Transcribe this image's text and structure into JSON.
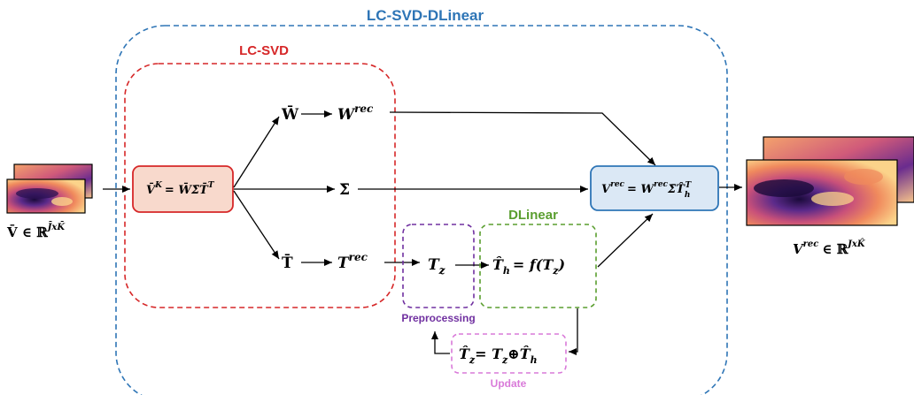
{
  "title": "LC-SVD-DLinear",
  "colors": {
    "outer": "#2e75b6",
    "lcsvd": "#d62728",
    "dlinear": "#5a9e2f",
    "preprocessing": "#7030a0",
    "update": "#d97ad9",
    "svd_fill": "#f8d9cc",
    "rec_fill": "#dbe8f5"
  },
  "labels": {
    "lcsvd": "LC-SVD",
    "dlinear": "DLinear",
    "preprocessing": "Preprocessing",
    "update": "Update"
  },
  "nodes": {
    "input_eq": "V̄ ∈ ℝ",
    "input_sup": "J̄xK̄",
    "svd_lhs": "V̄",
    "svd_lhs_sup": "K",
    "svd_rhs": "= W̄Σ̄T̄",
    "svd_rhs_sup": "T",
    "w_bar": "W̄",
    "w_rec": "W",
    "w_rec_sup": "rec",
    "sigma_bar": "Σ̄",
    "t_bar": "T̄",
    "t_rec": "T",
    "t_rec_sup": "rec",
    "tz": "T",
    "tz_sub": "z",
    "forecast": "T̂",
    "forecast_sub": "h",
    "forecast_rhs": "= f(T",
    "forecast_rhs_sub": "z",
    "forecast_close": ")",
    "rec_lhs": "V",
    "rec_lhs_sup": "rec",
    "rec_rhs": "= W",
    "rec_rhs_sup": "rec",
    "rec_rhs2": "Σ̄T̂",
    "rec_rhs2_sub": "h",
    "rec_rhs2_sup": "T",
    "update_lhs": "T̂",
    "update_lhs_sub": "z",
    "update_mid": "= T",
    "update_mid_sub": "z",
    "update_rhs": "⊕T̂",
    "update_rhs_sub": "h",
    "output_lhs": "V",
    "output_lhs_sup": "rec",
    "output_rhs": "∈ ℝ",
    "output_rhs_sup": "JxK̂"
  }
}
